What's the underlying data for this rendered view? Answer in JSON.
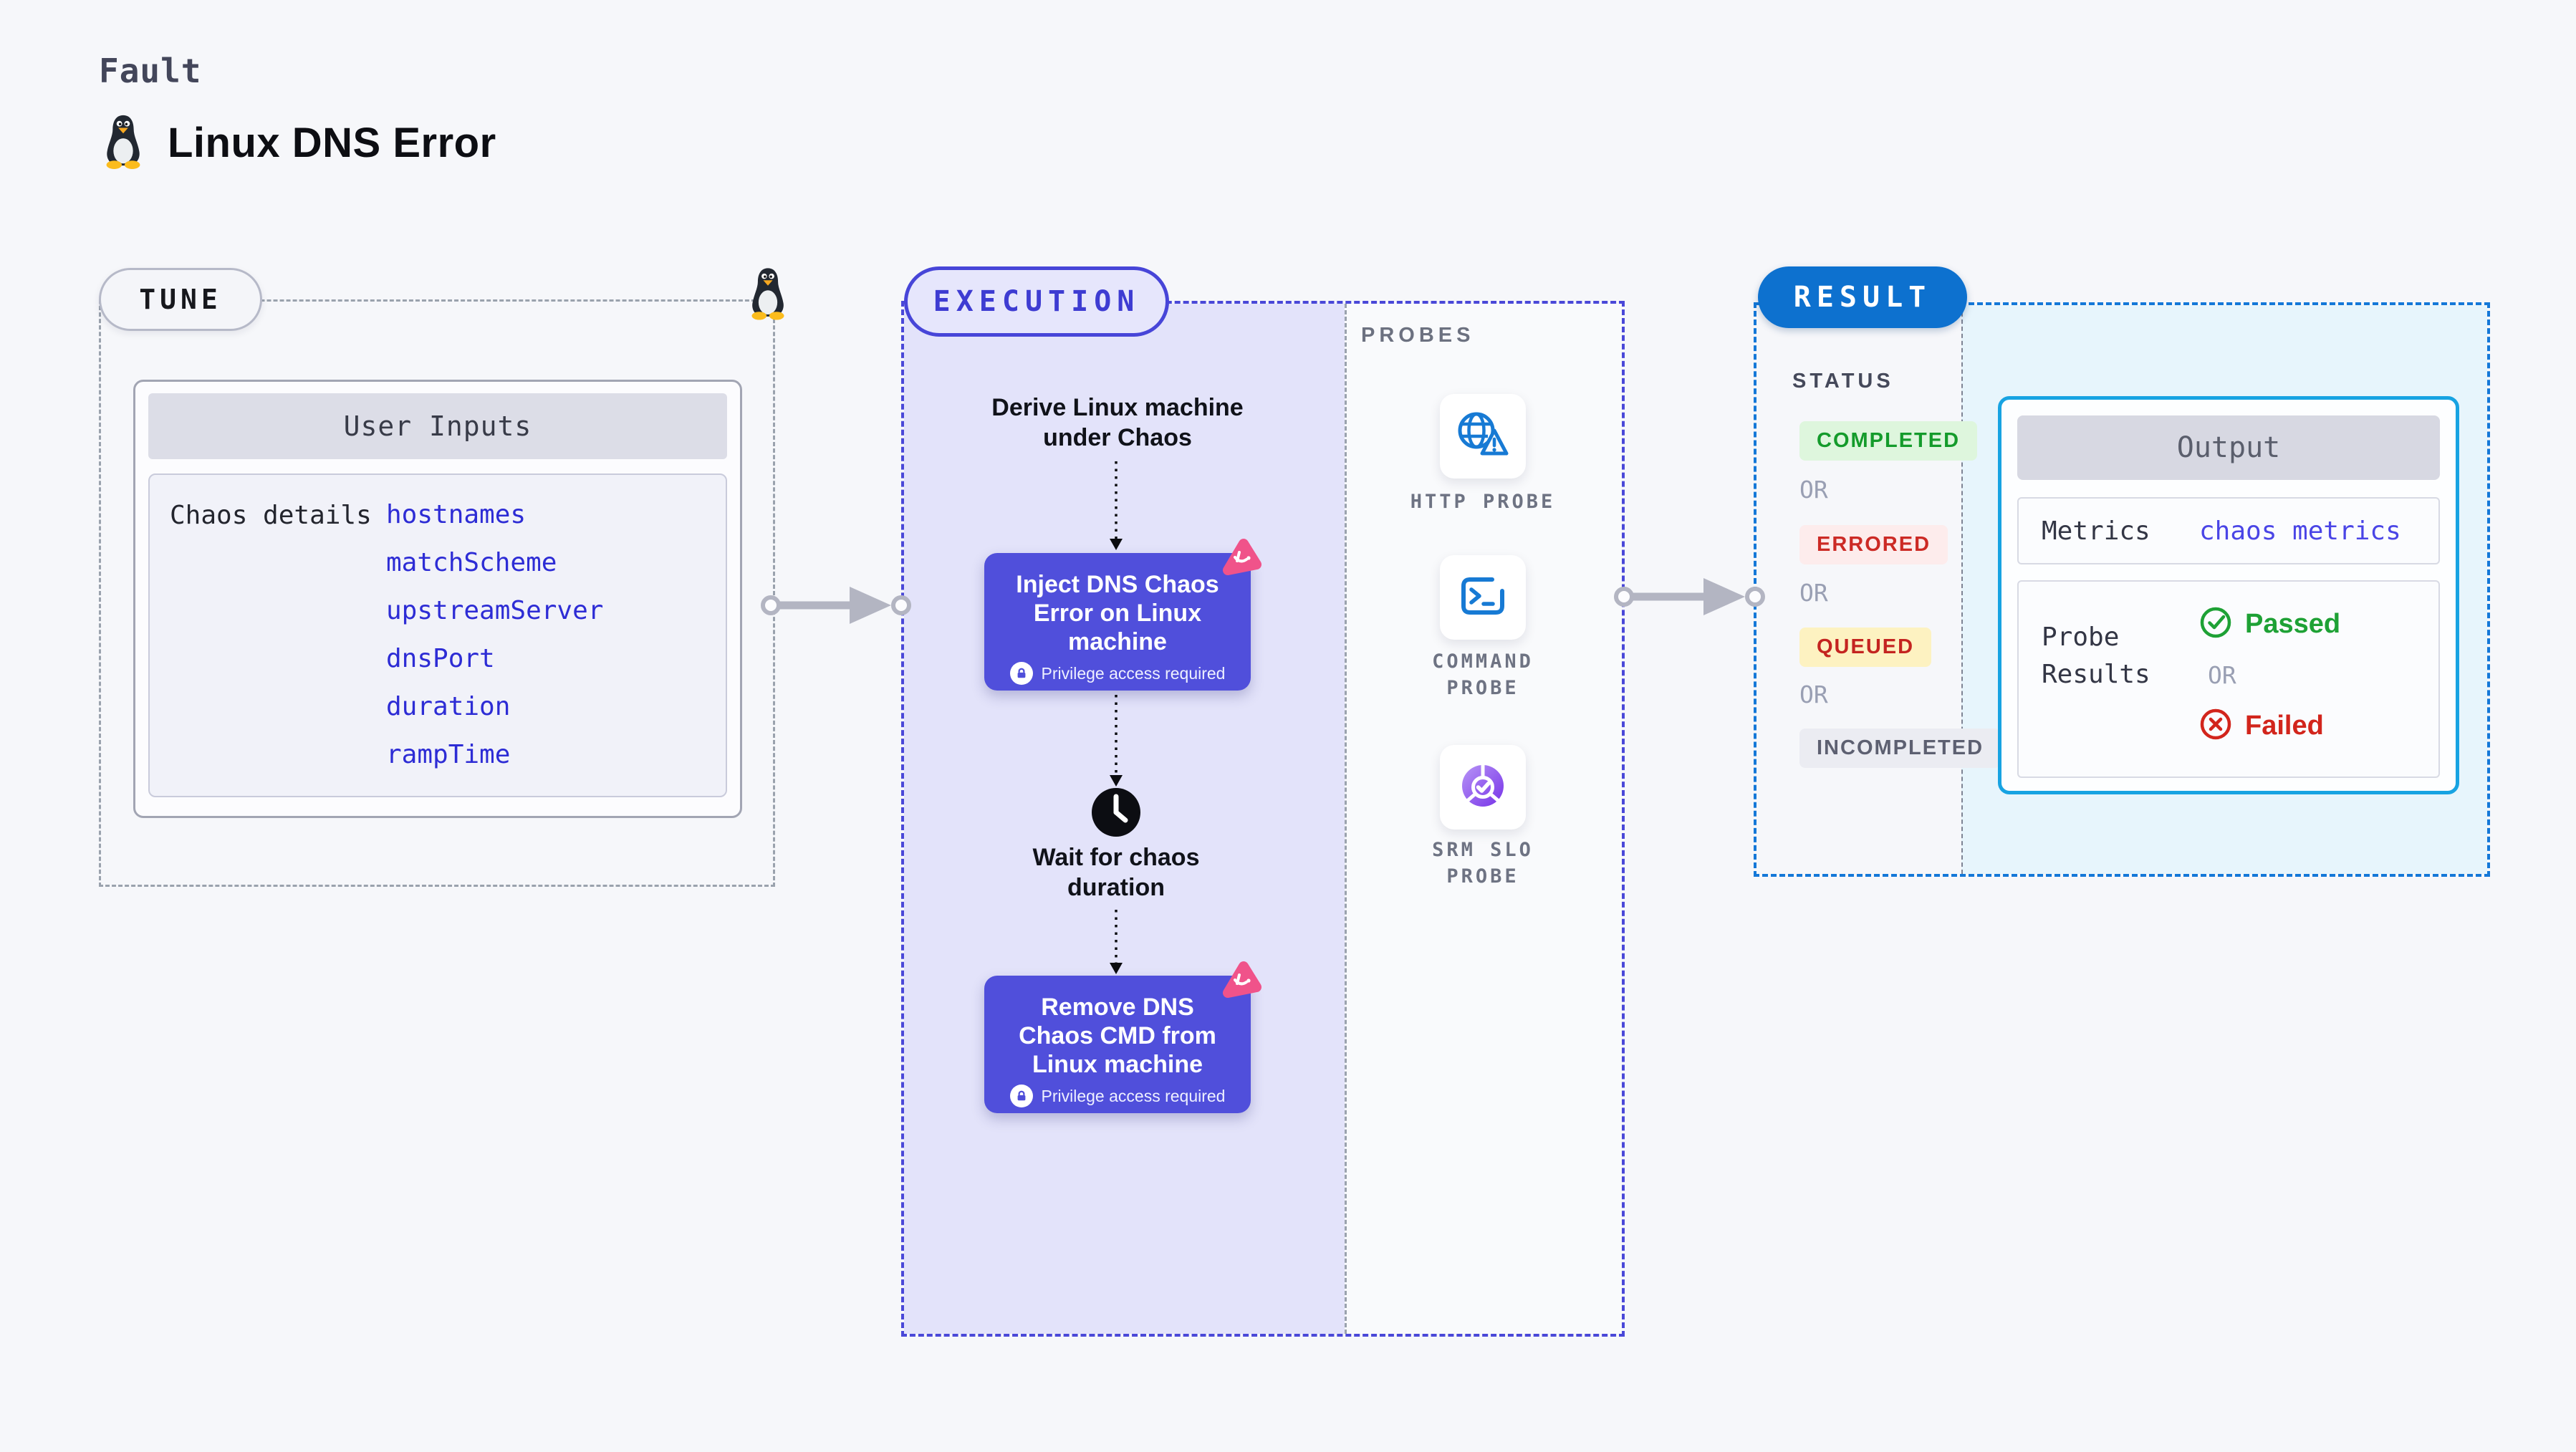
{
  "page": {
    "kind_label": "Fault",
    "title": "Linux DNS Error"
  },
  "tune": {
    "badge": "TUNE",
    "user_inputs": {
      "header": "User Inputs",
      "row_label": "Chaos details",
      "params": [
        "hostnames",
        "matchScheme",
        "upstreamServer",
        "dnsPort",
        "duration",
        "rampTime"
      ]
    }
  },
  "execution": {
    "badge": "EXECUTION",
    "steps": {
      "derive": "Derive Linux machine under Chaos",
      "inject": "Inject DNS Chaos Error on Linux machine",
      "wait": "Wait for chaos duration",
      "remove": "Remove DNS Chaos CMD from Linux machine",
      "privilege_note": "Privilege access required"
    },
    "probes": {
      "header": "PROBES",
      "items": [
        {
          "label": "HTTP PROBE",
          "lines": [
            "HTTP PROBE"
          ],
          "icon": "globe-warning-icon"
        },
        {
          "label": "COMMAND PROBE",
          "lines": [
            "COMMAND",
            "PROBE"
          ],
          "icon": "terminal-icon"
        },
        {
          "label": "SRM SLO PROBE",
          "lines": [
            "SRM SLO",
            "PROBE"
          ],
          "icon": "slo-donut-icon"
        }
      ]
    }
  },
  "result": {
    "badge": "RESULT",
    "status": {
      "header": "STATUS",
      "or_label": "OR",
      "values": [
        {
          "label": "COMPLETED",
          "bg": "#def6dd",
          "color": "#149b2b"
        },
        {
          "label": "ERRORED",
          "bg": "#fdecec",
          "color": "#cc2a25"
        },
        {
          "label": "QUEUED",
          "bg": "#fdf2c1",
          "color": "#c42420"
        },
        {
          "label": "INCOMPLETED",
          "bg": "#ebecf2",
          "color": "#5d6071"
        }
      ]
    },
    "output": {
      "header": "Output",
      "metrics_label": "Metrics",
      "metrics_value": "chaos metrics",
      "probe_results_label": "Probe Results",
      "passed_label": "Passed",
      "or_label": "OR",
      "failed_label": "Failed"
    }
  },
  "colors": {
    "page_bg": "#f6f7fa",
    "node_indigo": "#504fdb",
    "execution_bg": "#e3e3fa",
    "execution_border": "#4a48d8",
    "tune_border": "#9aa2ad",
    "result_border": "#1478d8",
    "result_badge_bg": "#0d71cf",
    "result_panel_bg": "#e7f5fc",
    "param_link_blue": "#2d2cd5",
    "probe_icon_blue": "#177ad4",
    "srm_purple": "#7c3aed",
    "pink_badge": "#f0538a",
    "passed_green": "#1ea135",
    "failed_red": "#d2251c"
  }
}
